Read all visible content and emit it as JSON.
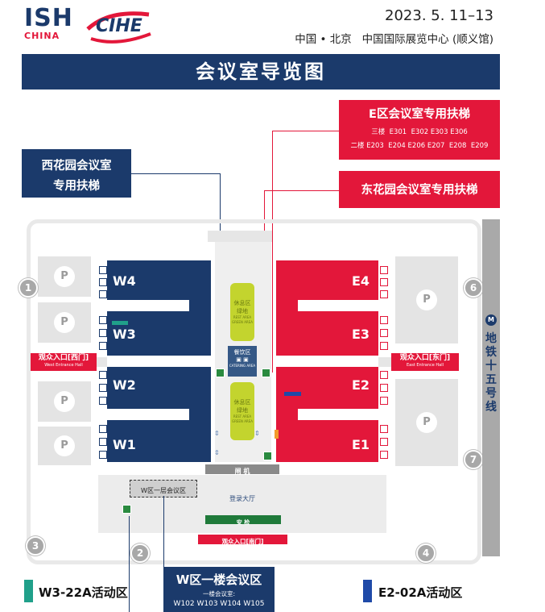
{
  "header": {
    "logo_ish": "ISH",
    "logo_china": "CHINA",
    "logo_cihe": "CIHE",
    "date": "2023. 5. 11–13",
    "location": "中国 • 北京   中国国际展览中心 (顺义馆)"
  },
  "title_banner": "会议室导览图",
  "callouts": {
    "e_zone": {
      "title": "E区会议室专用扶梯",
      "line1": "三楼  E301  E302 E303 E306",
      "line2": "二楼 E203  E204 E206 E207  E208  E209"
    },
    "west_garden": {
      "line1": "西花园会议室",
      "line2": "专用扶梯"
    },
    "east_garden": "东花园会议室专用扶梯",
    "w_zone_first": {
      "title": "W区一楼会议区",
      "sub": "一楼会议室:",
      "rooms": "W102 W103 W104 W105"
    }
  },
  "halls": {
    "w4": "W4",
    "w3": "W3",
    "w2": "W2",
    "w1": "W1",
    "e4": "E4",
    "e3": "E3",
    "e2": "E2",
    "e1": "E1"
  },
  "parking": [
    "P",
    "P",
    "P",
    "P",
    "P",
    "P"
  ],
  "gates": [
    "1",
    "2",
    "3",
    "4",
    "6",
    "7"
  ],
  "center": {
    "rest_upper_cn": "休息区\n绿地",
    "rest_upper_en": "REST AREA\nGREEN AREA",
    "catering_cn": "餐饮区",
    "catering_en": "CATERING AREA",
    "rest_lower_cn": "休息区\n绿地",
    "rest_lower_en": "REST AREA\nGREEN AREA"
  },
  "entrances": {
    "west_cn": "观众入口[西门]",
    "west_en": "West Entrance Hall",
    "east_cn": "观众入口[东门]",
    "east_en": "East Entrance Hall",
    "south_cn": "观众入口[南门]"
  },
  "lobby": {
    "gate_machine": "闸 机",
    "w_meeting_area": "W区一层会议区",
    "registration_hall": "登录大厅",
    "security": "安 检"
  },
  "metro": {
    "label": "地铁十五号线",
    "icon": "metro-icon"
  },
  "legend": {
    "w3": "W3-22A活动区",
    "e2": "E2-02A活动区",
    "w3_color": "#20a08a",
    "e2_color": "#1f4aa8"
  },
  "colors": {
    "navy": "#1b3a6b",
    "red": "#e3173a",
    "green": "#c3d42e",
    "gray": "#e4e4e4"
  }
}
